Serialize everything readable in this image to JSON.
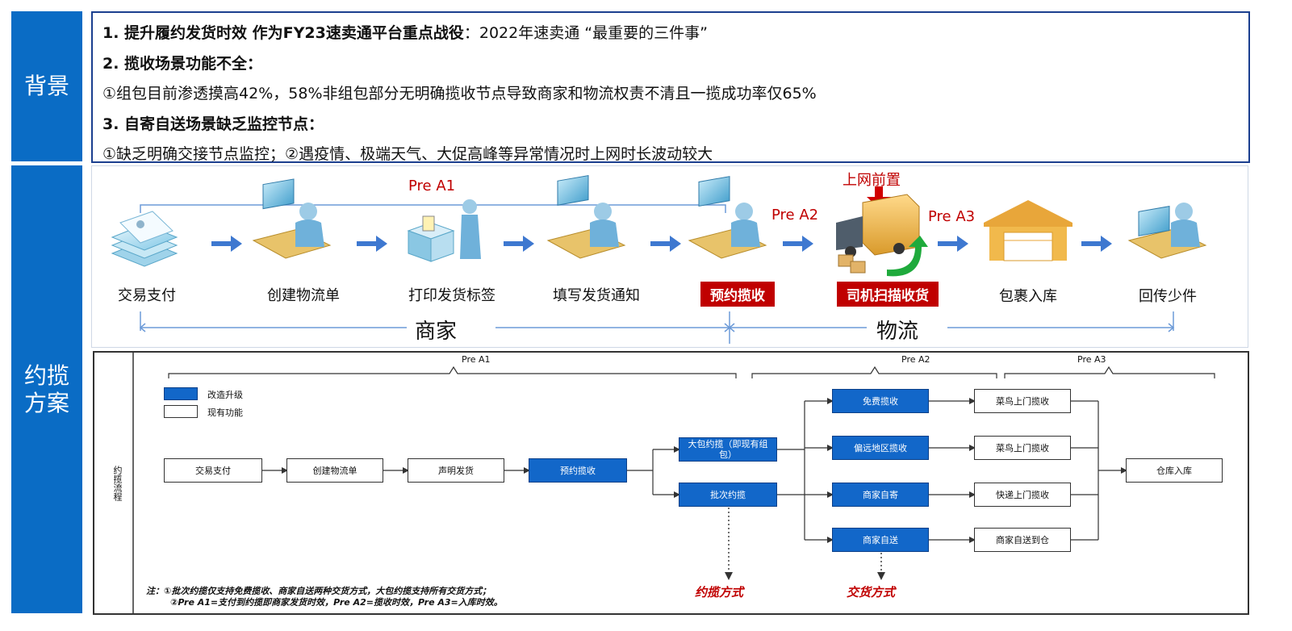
{
  "sidebar": {
    "background": "背景",
    "plan_line1": "约揽",
    "plan_line2": "方案"
  },
  "background": {
    "line1_bold": "1. 提升履约发货时效 作为FY23速卖通平台重点战役",
    "line1_rest": "：2022年速卖通 “最重要的三件事”",
    "line2": "2. 揽收场景功能不全：",
    "line3": "①组包目前渗透摸高42%，58%非组包部分无明确揽收节点导致商家和物流权责不清且一揽成功率仅65%",
    "line4": "3. 自寄自送场景缺乏监控节点：",
    "line5": "①缺乏明确交接节点监控；②遇疫情、极端天气、大促高峰等异常情况时上网时长波动较大"
  },
  "process": {
    "pre_a1": "Pre A1",
    "pre_a2": "Pre A2",
    "pre_a3": "Pre A3",
    "shangwang": "上网前置",
    "steps": [
      "交易支付",
      "创建物流单",
      "打印发货标签",
      "填写发货通知",
      "预约揽收",
      "司机扫描收货",
      "包裹入库",
      "回传少件"
    ],
    "merchant": "商家",
    "logistics": "物流"
  },
  "flow": {
    "pre_a1": "Pre A1",
    "pre_a2": "Pre A2",
    "pre_a3": "Pre A3",
    "side_label": "约揽流程",
    "legend_upgrade": "改造升级",
    "legend_existing": "现有功能",
    "n_pay": "交易支付",
    "n_create": "创建物流单",
    "n_declare": "声明发货",
    "n_book": "预约揽收",
    "n_big": "大包约揽（即现有组包）",
    "n_batch": "批次约揽",
    "n_free": "免费揽收",
    "n_remote": "偏远地区揽收",
    "n_selfsend": "商家自寄",
    "n_selfdeliver": "商家自送",
    "n_cn1": "菜鸟上门揽收",
    "n_cn2": "菜鸟上门揽收",
    "n_express": "快递上门揽收",
    "n_towh": "商家自送到仓",
    "n_warehouse": "仓库入库",
    "mode_label": "约揽方式",
    "handover_label": "交货方式",
    "note1": "注：①批次约揽仅支持免费揽收、商家自送两种交货方式，大包约揽支持所有交货方式；",
    "note2": "②Pre A1=支付到约揽即商家发货时效，Pre A2=揽收时效，Pre A3=入库时效。"
  },
  "colors": {
    "blue": "#0a6cc5",
    "red": "#c00000",
    "node_blue": "#1267c9"
  }
}
